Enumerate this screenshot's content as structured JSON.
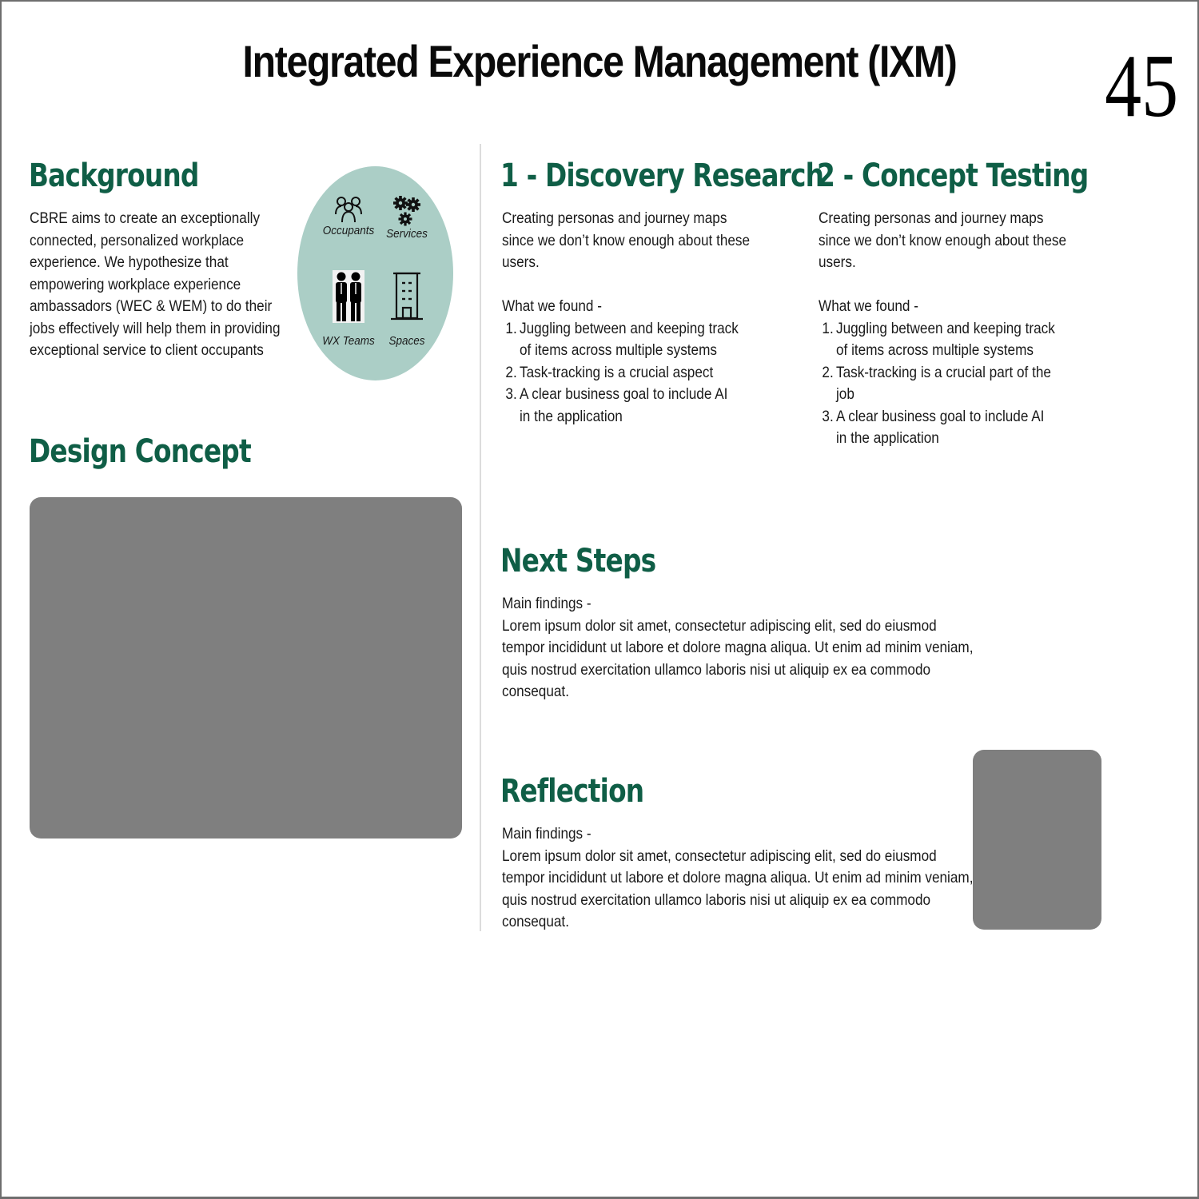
{
  "header": {
    "title": "Integrated Experience Management (IXM)",
    "page_number": "45"
  },
  "background": {
    "heading": "Background",
    "lines": [
      "CBRE aims to create an exceptionally",
      "connected, personalized workplace",
      "experience. We hypothesize that",
      "empowering workplace experience",
      "ambassadors (WEC & WEM) to do their",
      "jobs effectively will help them in providing",
      "exceptional service to client occupants"
    ],
    "roles": [
      {
        "label": "Occupants",
        "icon": "people-group-icon"
      },
      {
        "label": "Services",
        "icon": "gears-icon"
      },
      {
        "label": "WX Teams",
        "icon": "business-people-icon"
      },
      {
        "label": "Spaces",
        "icon": "building-icon"
      }
    ],
    "circle_color": "#abcec6"
  },
  "design_concept": {
    "heading": "Design Concept",
    "placeholder_color": "#7f7f7f"
  },
  "discovery": {
    "heading": "1 - Discovery Research",
    "intro": [
      "Creating personas and journey maps",
      "since we don’t know enough about these",
      "users."
    ],
    "found_label": "What we found -",
    "findings": [
      {
        "num": "1.",
        "text": "Juggling between and keeping track of items across multiple systems"
      },
      {
        "num": "2.",
        "text": "Task-tracking is a crucial aspect"
      },
      {
        "num": "3.",
        "text": "A clear business goal to include AI in the application"
      }
    ]
  },
  "concept_testing": {
    "heading": "2 - Concept Testing",
    "intro": [
      "Creating personas and journey maps",
      "since we don’t know enough about these",
      "users."
    ],
    "found_label": "What we found -",
    "findings": [
      {
        "num": "1.",
        "text": "Juggling between and keeping track of items across multiple systems"
      },
      {
        "num": "2.",
        "text": "Task-tracking is a crucial part of the job"
      },
      {
        "num": "3.",
        "text": "A clear business goal to include AI in the application"
      }
    ]
  },
  "next_steps": {
    "heading": "Next Steps",
    "label": "Main findings -",
    "lines": [
      "Lorem ipsum dolor sit amet, consectetur adipiscing elit, sed do eiusmod",
      "tempor incididunt ut labore et dolore magna aliqua. Ut enim ad minim veniam,",
      "quis nostrud exercitation ullamco laboris nisi ut aliquip ex ea commodo",
      "consequat."
    ]
  },
  "reflection": {
    "heading": "Reflection",
    "label": "Main findings -",
    "lines": [
      "Lorem ipsum dolor sit amet, consectetur adipiscing elit, sed do eiusmod",
      "tempor incididunt ut labore et dolore magna aliqua. Ut enim ad minim veniam,",
      "quis nostrud exercitation ullamco laboris nisi ut aliquip ex ea commodo",
      "consequat."
    ]
  },
  "colors": {
    "heading_green": "#0f5e46",
    "divider": "#dcdcdc"
  }
}
